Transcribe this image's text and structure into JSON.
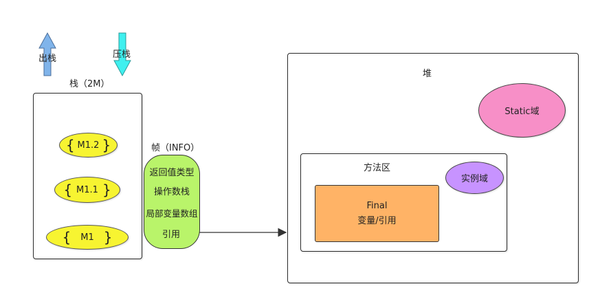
{
  "labels": {
    "pop": "出栈",
    "push": "压栈",
    "stack": "栈（2M）",
    "frame": "帧（INFO）",
    "heap": "堆",
    "method_area": "方法区"
  },
  "methods": [
    "M1.2",
    "M1.1",
    "M1"
  ],
  "frame_items": [
    "返回值类型",
    "操作数栈",
    "局部变量数组",
    "引用"
  ],
  "heap_items": {
    "static": "Static域",
    "instance": "实例域",
    "final_line1": "Final",
    "final_line2": "变量/引用"
  },
  "colors": {
    "blue_arrow": "#80b4ea",
    "cyan_arrow": "#3ff0ef",
    "method_yellow": "#f7f431",
    "frame_green": "#b9f46a",
    "static_pink": "#f78fc7",
    "instance_purple": "#c793ff",
    "final_orange": "#ffb366"
  }
}
